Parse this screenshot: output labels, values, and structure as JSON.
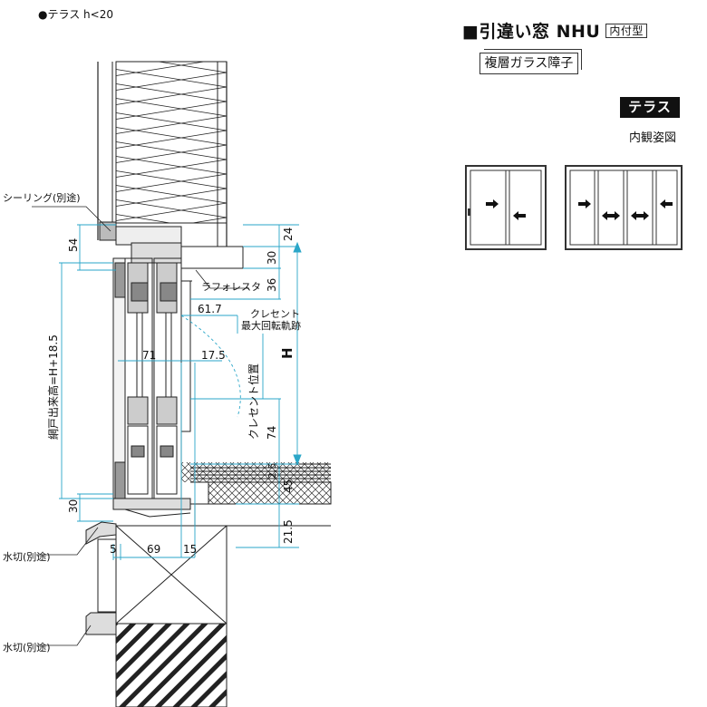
{
  "header": {
    "note_text": "●テラス h<20",
    "title": "■引違い窓 NHU",
    "type_tag": "内付型",
    "glass_tag": "複層ガラス障子",
    "terrace_badge": "テラス",
    "view_label": "内観姿図"
  },
  "labels": {
    "sealing": "シーリング(別途)",
    "laforesta": "ラフォレスタ",
    "crescent_a": "クレセント",
    "crescent_b": "最大回転軌跡",
    "crescent_pos": "クレセント位置",
    "screen_height": "網戸出来高=H+18.5",
    "mizukiri1": "水切(別途)",
    "mizukiri2": "水切(別途)",
    "H": "H"
  },
  "dimensions": {
    "d54": "54",
    "d24": "24",
    "d30a": "30",
    "d36": "36",
    "d61_7": "61.7",
    "d71": "71",
    "d17_5": "17.5",
    "d74": "74",
    "d2_5": "2.5",
    "d45": "45",
    "d30b": "30",
    "d21_5": "21.5",
    "d5": "5",
    "d69": "69",
    "d15": "15"
  }
}
